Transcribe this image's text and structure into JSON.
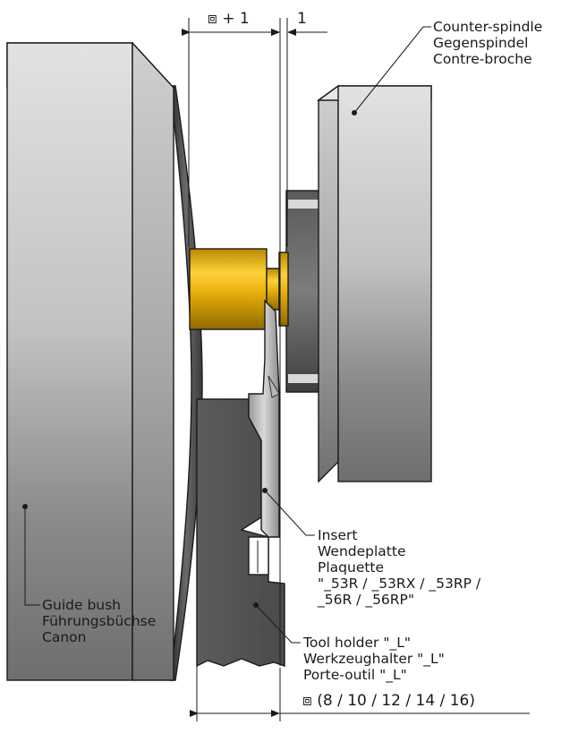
{
  "dimensions": {
    "top_left": "⧈ + 1",
    "top_right": "1",
    "bottom": "⧈ (8 / 10 / 12 / 14 / 16)"
  },
  "labels": {
    "counter_spindle": [
      "Counter-spindle",
      "Gegenspindel",
      "Contre-broche"
    ],
    "guide_bush": [
      "Guide bush",
      "Führungsbüchse",
      "Canon"
    ],
    "insert": [
      "Insert",
      "Wendeplatte",
      "Plaquette",
      "\"_53R / _53RX / _53RP /",
      "_56R / _56RP\""
    ],
    "tool_holder": [
      "Tool holder \"_L\"",
      "Werkzeughalter \"_L\"",
      "Porte-outil \"_L\""
    ]
  },
  "colors": {
    "workpiece": "#e8b40f",
    "holder": "#505050",
    "spindle_face": "#b8b8b8"
  }
}
